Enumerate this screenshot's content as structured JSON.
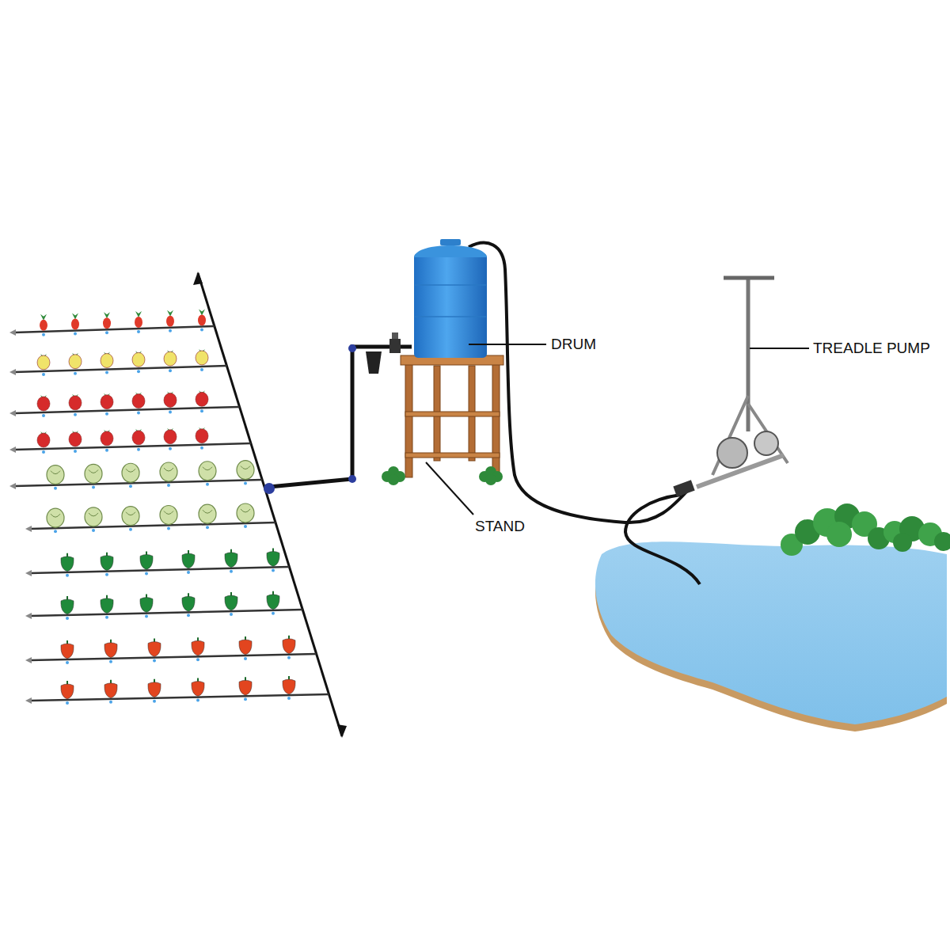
{
  "diagram": {
    "labels": [
      "DRUM",
      "TREADLE PUMP",
      "STAND"
    ]
  }
}
